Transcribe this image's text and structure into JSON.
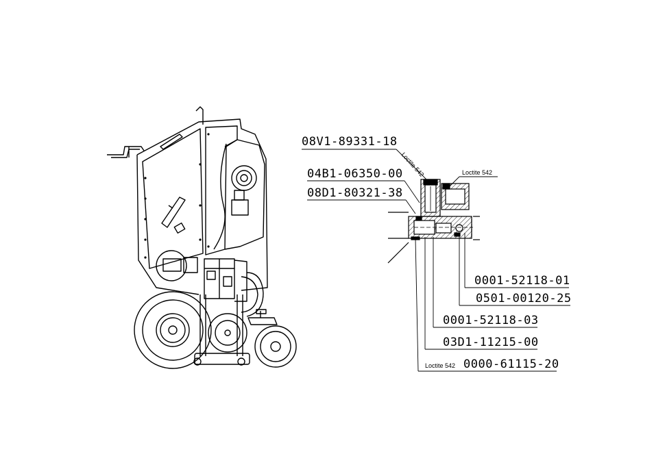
{
  "part_numbers": {
    "p1": "08V1-89331-18",
    "p2": "04B1-06350-00",
    "p3": "08D1-80321-38",
    "p4": "0001-52118-01",
    "p5": "0501-00120-25",
    "p6": "0001-52118-03",
    "p7": "03D1-11215-00",
    "p8": "0000-61115-20"
  },
  "notes": {
    "loctite_diag": "Loctite 542",
    "loctite_top": "Loctite 542",
    "loctite_bottom": "Loctite 542"
  }
}
